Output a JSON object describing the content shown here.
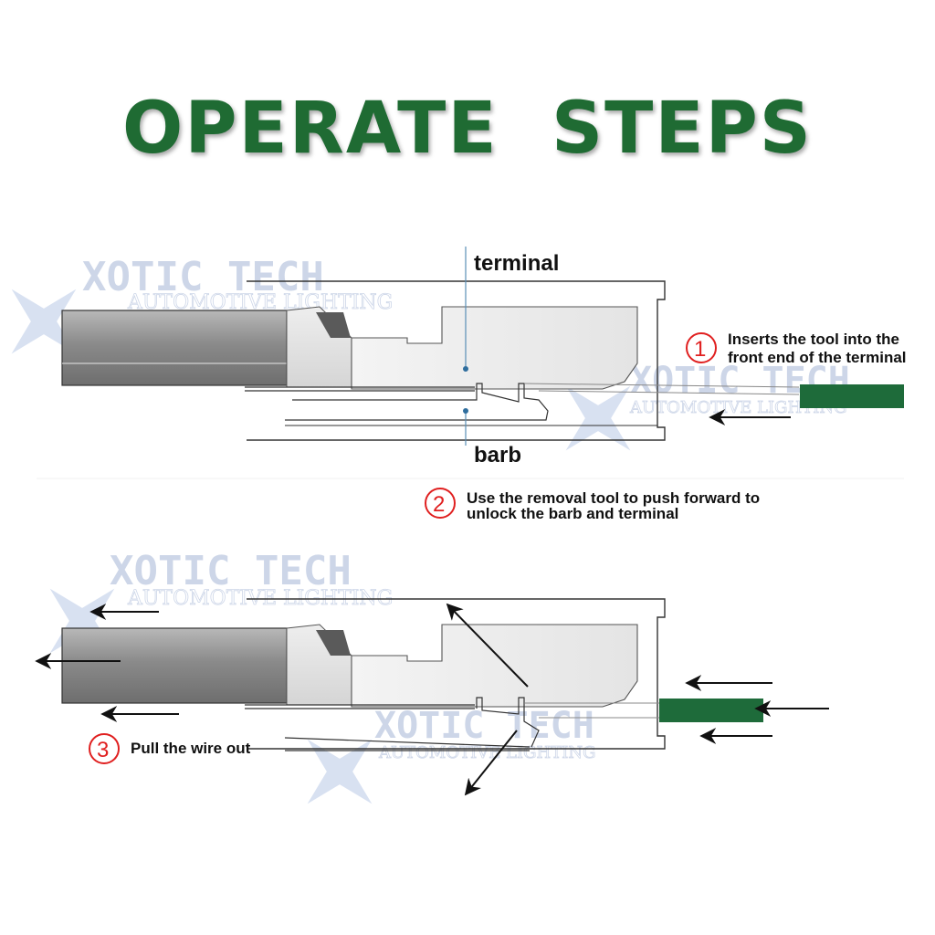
{
  "title": "OPERATE  STEPS",
  "labels": {
    "terminal": "terminal",
    "barb": "barb"
  },
  "steps": [
    {
      "number": "1",
      "line1": "Inserts the tool into the",
      "line2": "front end of the terminal"
    },
    {
      "number": "2",
      "line1": "Use the removal tool to push forward to",
      "line2": "unlock the barb and terminal"
    },
    {
      "number": "3",
      "line1": "Pull the wire out",
      "line2": ""
    }
  ],
  "watermark": {
    "brand": "XOTIC TECH",
    "tagline": "AUTOMOTIVE LIGHTING",
    "icon": "x-star-logo-icon"
  },
  "colors": {
    "title_green": "#1f6b33",
    "tool_green": "#1e6b3a",
    "step_red": "#e02020",
    "wire_gray": "#8c8c8c"
  }
}
